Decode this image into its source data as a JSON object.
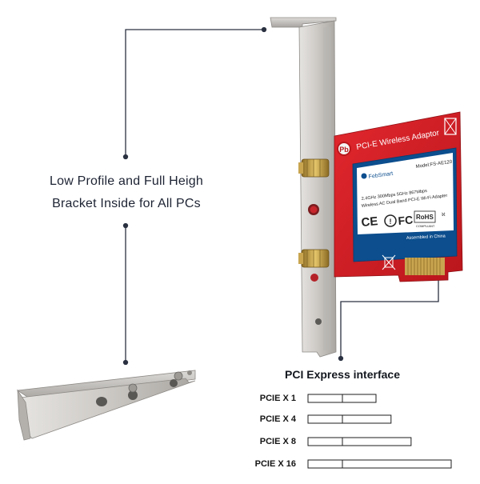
{
  "callout": {
    "line1": "Low Profile and Full Heigh",
    "line2": "Bracket Inside for All PCs"
  },
  "card": {
    "header_text": "PCI-E Wireless Adaptor",
    "brand": "FebSmart",
    "model": "Model:FS-AE120",
    "spec_line1": "2.4GHz 300Mbps 5GHz 867Mbps",
    "spec_line2": "Wireless AC Dual Band PCI-E Wi-Fi Adapter",
    "assembled": "Assembled in China",
    "rohs": "RoHS",
    "rohs_sub": "COMPLIANT",
    "ce_mark": "CE",
    "fc_mark": "FC"
  },
  "pci": {
    "title": "PCI Express interface",
    "slots": [
      {
        "label": "PCIE X 1",
        "lanes": 1
      },
      {
        "label": "PCIE X 4",
        "lanes": 4
      },
      {
        "label": "PCIE X 8",
        "lanes": 8
      },
      {
        "label": "PCIE X 16",
        "lanes": 16
      }
    ]
  },
  "colors": {
    "pcb_red": "#d21f26",
    "label_blue": "#0c4e8e",
    "bracket_silver": "#c9c7c4",
    "line_dark": "#2a3140"
  }
}
